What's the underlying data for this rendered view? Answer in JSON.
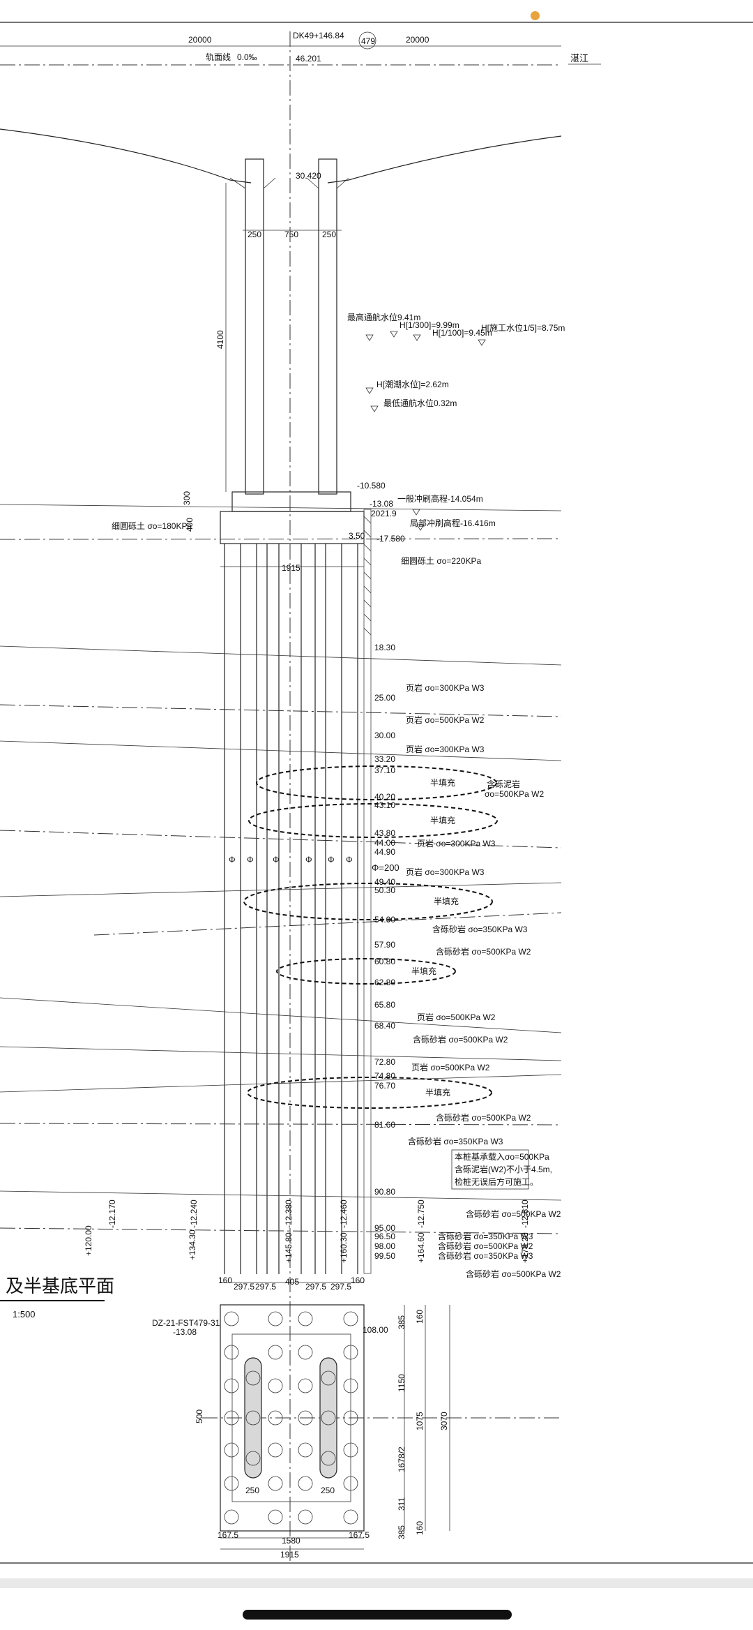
{
  "header": {
    "station": "DK49+146.84",
    "pier_no": "479",
    "span_left": "20000",
    "span_right": "20000",
    "rail_label": "轨面线",
    "slope": "0.0‰",
    "rail_elev": "46.201",
    "direction": "湛江"
  },
  "pier": {
    "top_elev": "30.420",
    "col_w1": "250",
    "col_gap": "750",
    "col_w2": "250",
    "height": "4100",
    "cap_top_elev": "-10.580",
    "cap_h1": "300",
    "cap_h2": "400",
    "cap_bottom_elev": "-17.580",
    "cap_width": "1915",
    "mark_1308": "-13.08",
    "mark_2021": "2021.9",
    "mark_350": "3.50",
    "pile_symbol": "Φ",
    "pile_dia": "Φ=200"
  },
  "water": {
    "nav_high": "最高通航水位9.41m",
    "h300": "H[1/300]=9.99m",
    "h100": "H[1/100]=9.45m",
    "construction": "H[施工水位1/5]=8.75m",
    "tide": "H[潮潮水位]=2.62m",
    "nav_low": "最低通航水位0.32m",
    "scour_general": "一般冲刷高程-14.054m",
    "scour_local": "局部冲刷高程-16.416m"
  },
  "soil": {
    "silt_left": "细圆砾土 σo=180KPa",
    "silt_right": "细圆砾土 σo=220KPa"
  },
  "depths": [
    "18.30",
    "25.00",
    "30.00",
    "33.20",
    "37.10",
    "40.20",
    "43.10",
    "43.80",
    "44.00",
    "44.90",
    "49.40",
    "50.30",
    "54.00",
    "57.90",
    "60.80",
    "62.80",
    "65.80",
    "68.40",
    "72.80",
    "74.80",
    "76.70",
    "81.60",
    "90.80",
    "95.00",
    "96.50",
    "98.00",
    "99.50"
  ],
  "layers": [
    "页岩 σo=300KPa W3",
    "页岩 σo=500KPa W2",
    "页岩 σo=300KPa W3",
    "含砾泥岩",
    "σo=500KPa W2",
    "页岩 σo=300KPa W3",
    "页岩 σo=300KPa W3",
    "含砾砂岩 σo=350KPa W3",
    "含砾砂岩 σo=500KPa W2",
    "页岩 σo=500KPa W2",
    "含砾砂岩 σo=500KPa W2",
    "页岩 σo=500KPa W2",
    "含砾砂岩 σo=500KPa W2",
    "含砾砂岩 σo=350KPa W3",
    "含砾砂岩 σo=500KPa W2",
    "含砾砂岩 σo=350KPa W3",
    "含砾砂岩 σo=500KPa W2",
    "含砾砂岩 σo=350KPa W3",
    "含砾砂岩 σo=500KPa W2"
  ],
  "void_label": "半填充",
  "note": [
    "本桩基承载入σo=500KPa",
    "含砾泥岩(W2)不小于4.5m,",
    "检桩无误后方可施工。"
  ],
  "pile_vert": [
    "-12.170",
    "-12.240",
    "-12.380",
    "-12.460",
    "-12.750",
    "-12.810"
  ],
  "pile_len": [
    "+120.00",
    "+134.30",
    "+145.80",
    "+160.30",
    "+164.60",
    "+178.20"
  ],
  "plan": {
    "title": "及半基底平面",
    "scale": "1:500",
    "pile_id": "DZ-21-FST479-31",
    "pile_elev": "-13.08",
    "corner": "108.00",
    "spacing": [
      "160",
      "297.5",
      "297.5",
      "405",
      "297.5",
      "297.5",
      "160"
    ],
    "side_dims": [
      "385",
      "160",
      "1150",
      "1678/2",
      "311",
      "385",
      "160",
      "500"
    ],
    "total_h1": "1075",
    "total_h2": "3070",
    "col_dim": "250",
    "bottom_dims": [
      "167.5",
      "1580",
      "167.5"
    ],
    "total_w": "1915"
  }
}
